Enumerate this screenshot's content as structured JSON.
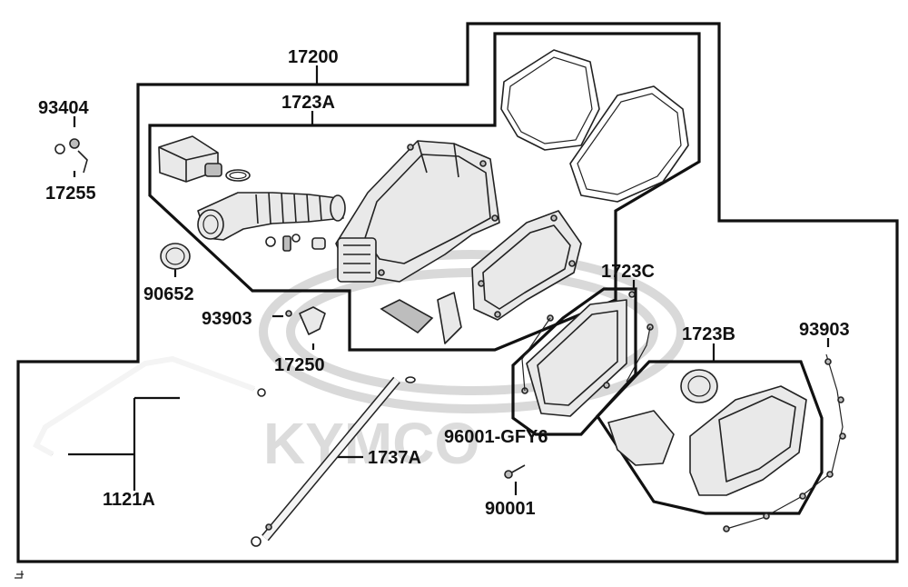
{
  "diagram": {
    "labels": {
      "p17200": "17200",
      "p1723A": "1723A",
      "p93404": "93404",
      "p17255": "17255",
      "p90652": "90652",
      "p93903a": "93903",
      "p17250": "17250",
      "p1723C": "1723C",
      "p1723B": "1723B",
      "p93903b": "93903",
      "p96001": "96001-GFY6",
      "p1737A": "1737A",
      "p90001": "90001",
      "p1121A": "1121A"
    },
    "watermark": "KYMCO"
  }
}
